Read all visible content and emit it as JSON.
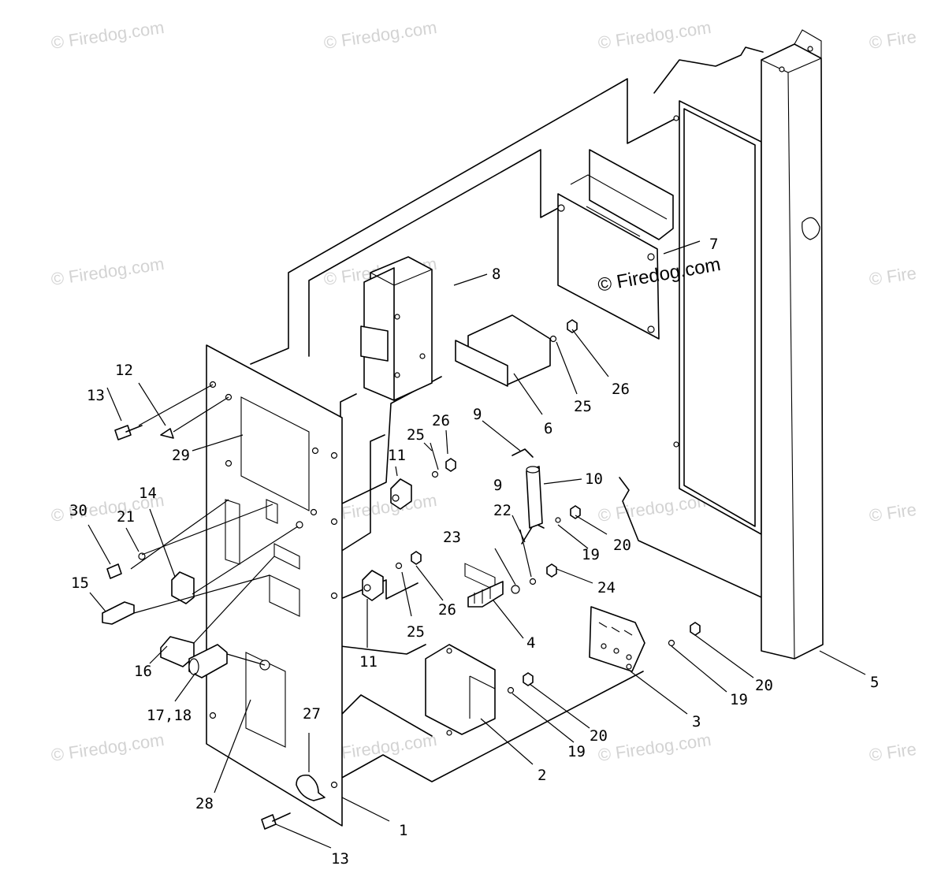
{
  "watermark": {
    "faint": "© Firedog.com",
    "faint_partial": "© Fire",
    "strong": "© Firedog.com"
  },
  "callouts": {
    "c1": "1",
    "c2": "2",
    "c3": "3",
    "c4": "4",
    "c5": "5",
    "c6": "6",
    "c7": "7",
    "c8": "8",
    "c9a": "9",
    "c9b": "9",
    "c10": "10",
    "c11a": "11",
    "c11b": "11",
    "c12": "12",
    "c13a": "13",
    "c13b": "13",
    "c14": "14",
    "c15": "15",
    "c16": "16",
    "c1718": "17,18",
    "c19a": "19",
    "c19b": "19",
    "c19c": "19",
    "c20a": "20",
    "c20b": "20",
    "c20c": "20",
    "c21": "21",
    "c22": "22",
    "c23": "23",
    "c24": "24",
    "c25a": "25",
    "c25b": "25",
    "c25c": "25",
    "c26a": "26",
    "c26b": "26",
    "c26c": "26",
    "c27": "27",
    "c28": "28",
    "c29": "29",
    "c30": "30"
  }
}
